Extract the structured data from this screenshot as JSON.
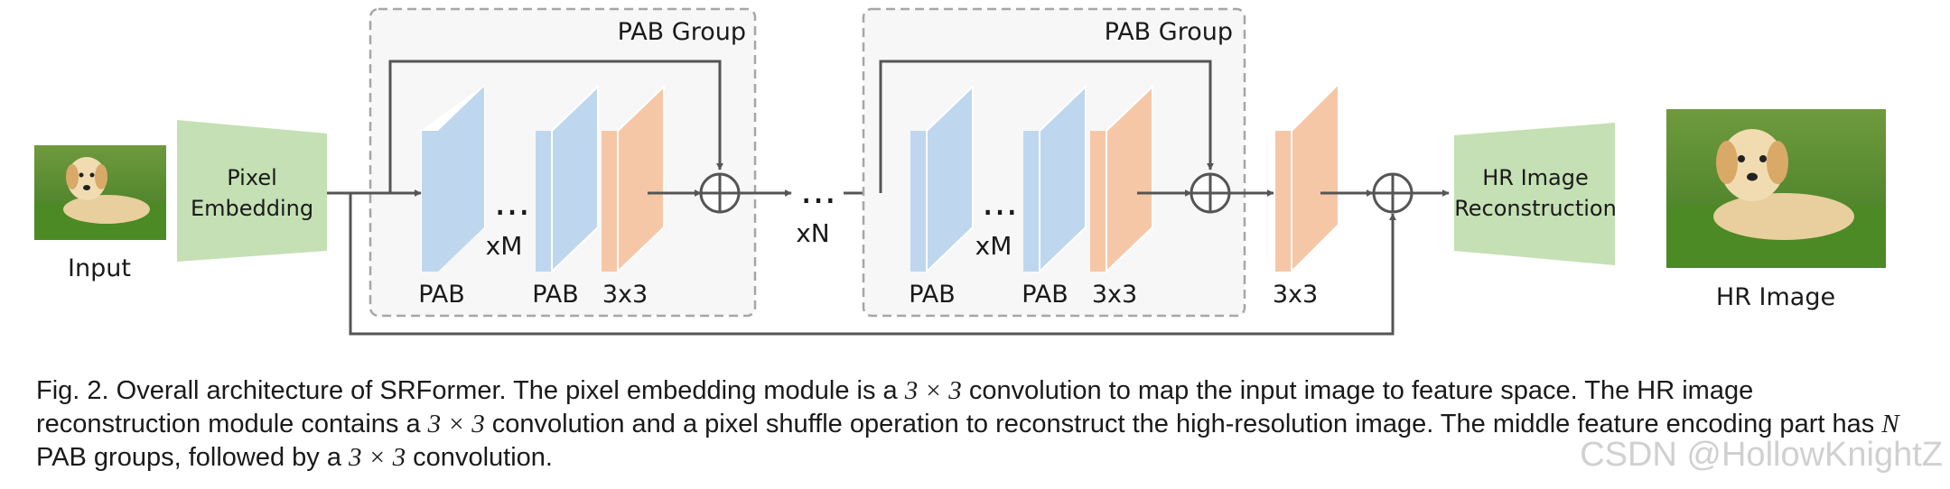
{
  "diagram": {
    "input_label": "Input",
    "pixel_embedding": [
      "Pixel",
      "Embedding"
    ],
    "groups": [
      {
        "title": "PAB Group",
        "block_labels": [
          "PAB",
          "PAB",
          "3x3"
        ],
        "repeat_label": "xM",
        "ellipsis": "..."
      },
      {
        "title": "PAB Group",
        "block_labels": [
          "PAB",
          "PAB",
          "3x3"
        ],
        "repeat_label": "xM",
        "ellipsis": "..."
      }
    ],
    "between_ellipsis": "...",
    "between_repeat_label": "xN",
    "final_conv_label": "3x3",
    "hr_reconstruction": [
      "HR Image",
      "Reconstruction"
    ],
    "output_label": "HR Image"
  },
  "caption": {
    "p1": "Fig. 2. Overall architecture of SRFormer. The pixel embedding module is a ",
    "m1": "3 × 3",
    "p2": " convolution to map the input image to feature space. The HR image reconstruction module contains a ",
    "m2": "3 × 3",
    "p3": " convolution and a pixel shuffle operation to reconstruct the high-resolution image. The middle feature encoding part has ",
    "m3": "N",
    "p4": " PAB groups, followed by a ",
    "m4": "3 × 3",
    "p5": " convolution."
  },
  "watermark": "CSDN @HollowKnightZ",
  "colors": {
    "pab_block": "#bed7ee",
    "conv_block": "#f6c7a6",
    "module_green": "#c5e0b4",
    "line": "#555555",
    "group_border": "#a6a6a6"
  }
}
